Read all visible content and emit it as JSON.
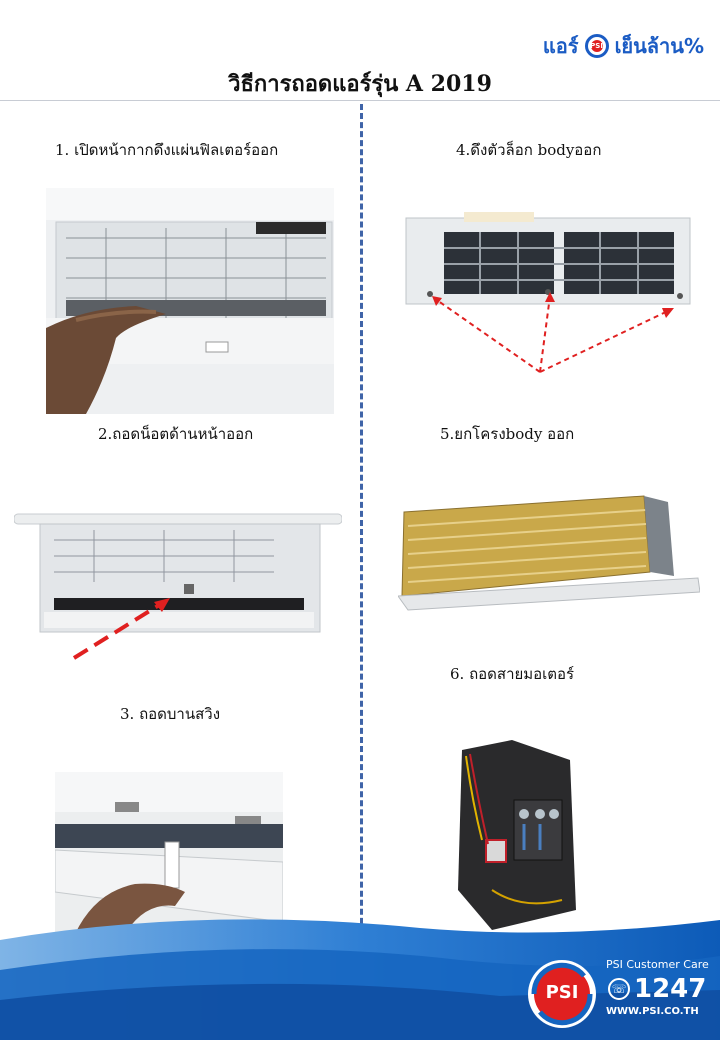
{
  "brand": {
    "left_text": "แอร์",
    "logo_text": "PSI",
    "right_text": "เย็นล้าน%"
  },
  "title": "วิธีการถอดแอร์รุ่น A 2019",
  "steps": [
    {
      "label": "1.   เปิดหน้ากากดึงแผ่นฟิลเตอร์ออก"
    },
    {
      "label": "2.ถอดน็อตด้านหน้าออก"
    },
    {
      "label": "3.  ถอดบานสวิง"
    },
    {
      "label": "4.ดึงตัวล็อก bodyออก"
    },
    {
      "label": "5.ยกโครงbody ออก"
    },
    {
      "label": "6.  ถอดสายมอเตอร์"
    }
  ],
  "footer": {
    "logo_text": "PSI",
    "care_label": "PSI Customer Care",
    "phone": "1247",
    "website": "WWW.PSI.CO.TH"
  },
  "colors": {
    "brand_blue": "#1b5cc4",
    "brand_red": "#e02020",
    "arrow_red": "#e02020",
    "divider": "#3f64a8",
    "footer_blue": "#1565c0"
  }
}
